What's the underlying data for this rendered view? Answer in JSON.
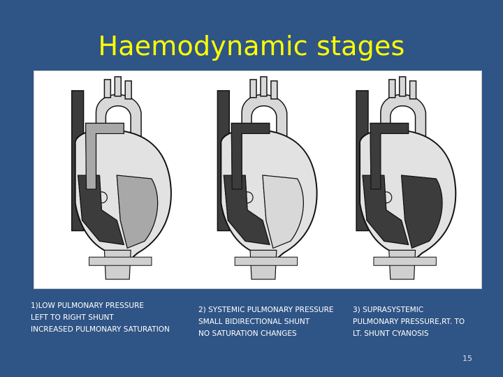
{
  "slide": {
    "title": "Haemodynamic stages",
    "page_number": "15"
  },
  "diagram": {
    "colors": {
      "background": "#ffffff",
      "dark_blood": "#3c3c3c",
      "light_blood": "#a8a8a8",
      "outline": "#111111"
    },
    "hearts": [
      {
        "name": "stage-1-low-pulmonary-pressure"
      },
      {
        "name": "stage-2-systemic-pulmonary-pressure"
      },
      {
        "name": "stage-3-suprasystemic-pressure"
      }
    ]
  },
  "captions": [
    {
      "lines": [
        "1)LOW PULMONARY PRESSURE",
        "LEFT TO RIGHT SHUNT",
        "INCREASED PULMONARY SATURATION"
      ]
    },
    {
      "lines": [
        "2) SYSTEMIC PULMONARY PRESSURE",
        "SMALL BIDIRECTIONAL SHUNT",
        "NO SATURATION CHANGES"
      ]
    },
    {
      "lines": [
        "3) SUPRASYSTEMIC",
        "PULMONARY PRESSURE,RT. TO",
        "LT. SHUNT CYANOSIS"
      ]
    }
  ]
}
